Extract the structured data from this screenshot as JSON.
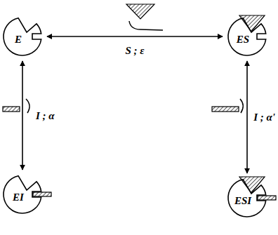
{
  "diagram": {
    "nodes": [
      {
        "text": [
          "E"
        ]
      },
      {
        "text": [
          "ES"
        ]
      },
      {
        "text": [
          "EI"
        ]
      },
      {
        "text": [
          "ESI"
        ]
      }
    ],
    "edges": [
      {
        "from": 0,
        "to": 1,
        "arrow": "both",
        "label": "S ; ε"
      },
      {
        "from": 0,
        "to": 2,
        "arrow": "both",
        "label": "I ; α"
      },
      {
        "from": 1,
        "to": 3,
        "arrow": "both",
        "label": "I ; α'"
      }
    ]
  }
}
